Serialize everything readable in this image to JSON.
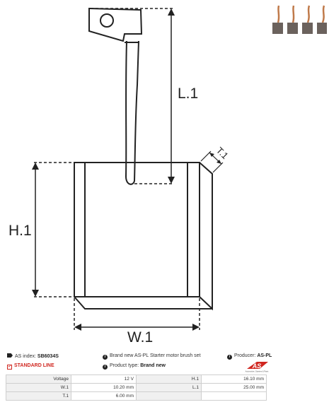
{
  "drawing": {
    "dim_l1": "L.1",
    "dim_h1": "H.1",
    "dim_w1": "W.1",
    "dim_t1": "T.1"
  },
  "info": {
    "as_index_label": "AS index:",
    "as_index_value": "SB6034S",
    "description": "Brand new AS-PL Starter motor brush set",
    "producer_label": "Producer:",
    "producer_value": "AS-PL",
    "line_label": "STANDARD LINE",
    "product_type_label": "Product type:",
    "product_type_value": "Brand new"
  },
  "logo": {
    "text": "AS",
    "sub": "Automotive, Starters & Parts"
  },
  "specs": [
    {
      "label": "Voltage",
      "value": "12 V",
      "label2": "H.1",
      "value2": "16.10 mm"
    },
    {
      "label": "W.1",
      "value": "10.20 mm",
      "label2": "L.1",
      "value2": "25.00 mm"
    },
    {
      "label": "T.1",
      "value": "6.00 mm",
      "label2": "",
      "value2": ""
    }
  ],
  "icons": {
    "tag": "tag-icon",
    "info": "info-icon",
    "check": "check-icon"
  },
  "colors": {
    "accent": "#d0261f"
  }
}
